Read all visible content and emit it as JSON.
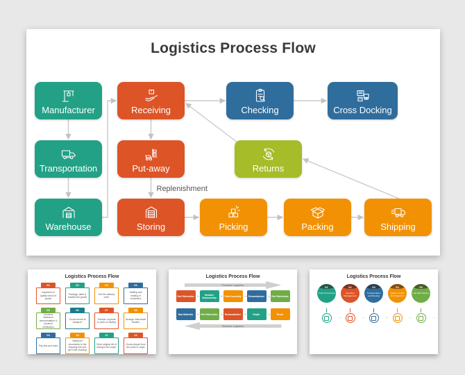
{
  "page": {
    "background_color": "#E8E8E8"
  },
  "main_slide": {
    "title": "Logistics Process Flow",
    "connector_color": "#C9C9C9",
    "boxes": [
      {
        "id": "manufacturer",
        "label": "Manufacturer",
        "color": "#22A186",
        "icon": "crane-factory-icon"
      },
      {
        "id": "receiving",
        "label": "Receiving",
        "color": "#DD5427",
        "icon": "hand-box-icon"
      },
      {
        "id": "checking",
        "label": "Checking",
        "color": "#2F6D9D",
        "icon": "clipboard-magnifier-icon"
      },
      {
        "id": "cross_docking",
        "label": "Cross Docking",
        "color": "#2F6D9D",
        "icon": "cross-dock-icon"
      },
      {
        "id": "transportation",
        "label": "Transportation",
        "color": "#22A186",
        "icon": "truck-icon"
      },
      {
        "id": "put_away",
        "label": "Put-away",
        "color": "#DD5427",
        "icon": "forklift-icon"
      },
      {
        "id": "returns",
        "label": "Returns",
        "color": "#A6BC28",
        "icon": "return-box-icon"
      },
      {
        "id": "warehouse",
        "label": "Warehouse",
        "color": "#22A186",
        "icon": "warehouse-icon"
      },
      {
        "id": "storing",
        "label": "Storing",
        "color": "#DD5427",
        "icon": "storage-shelf-icon"
      },
      {
        "id": "picking",
        "label": "Picking",
        "color": "#F29104",
        "icon": "picking-boxes-icon"
      },
      {
        "id": "packing",
        "label": "Packing",
        "color": "#F29104",
        "icon": "open-box-icon"
      },
      {
        "id": "shipping",
        "label": "Shipping",
        "color": "#F29104",
        "icon": "delivery-truck-icon"
      }
    ],
    "connectors": [
      {
        "from": "manufacturer",
        "to": "transportation",
        "type": "down"
      },
      {
        "from": "transportation",
        "to": "warehouse",
        "type": "down"
      },
      {
        "from": "warehouse",
        "to": "receiving",
        "type": "elbow-up"
      },
      {
        "from": "receiving",
        "to": "put_away",
        "type": "down"
      },
      {
        "from": "put_away",
        "to": "storing",
        "type": "down",
        "label": "Replenishment"
      },
      {
        "from": "receiving",
        "to": "checking",
        "type": "right"
      },
      {
        "from": "checking",
        "to": "cross_docking",
        "type": "right"
      },
      {
        "from": "storing",
        "to": "picking",
        "type": "right"
      },
      {
        "from": "picking",
        "to": "packing",
        "type": "right"
      },
      {
        "from": "packing",
        "to": "shipping",
        "type": "right"
      },
      {
        "from": "returns",
        "to": "receiving",
        "type": "diag-returns-receiving"
      },
      {
        "from": "shipping",
        "to": "returns",
        "type": "diag-shipping-returns"
      }
    ]
  },
  "thumbnails": [
    {
      "title": "Logistics Process Flow",
      "steps": [
        {
          "num": "01",
          "color": "#DD5427",
          "text": "Inspection & quality check of goods"
        },
        {
          "num": "02",
          "color": "#22A186",
          "text": "Package, label & marked the goods"
        },
        {
          "num": "03",
          "color": "#F29104",
          "text": "Get the delivery order"
        },
        {
          "num": "04",
          "color": "#2F6D9D",
          "text": "Stuffing and sealing of containers"
        },
        {
          "num": "05",
          "color": "#70AD47",
          "text": "Customs clearance documentation & physical verification"
        },
        {
          "num": "06",
          "color": "#1C7C8C",
          "text": "Goods arrival at transport"
        },
        {
          "num": "07",
          "color": "#DD5427",
          "text": "Transfer of goods to point of loading"
        },
        {
          "num": "08",
          "color": "#F29104",
          "text": "Arrange intermodal transfer"
        },
        {
          "num": "09",
          "color": "#2F6D9D",
          "text": "Pay any port dues"
        },
        {
          "num": "10",
          "color": "#F29104",
          "text": "Handover documents to the shipping line and get a bill of lading"
        },
        {
          "num": "11",
          "color": "#22A186",
          "text": "Send original bill of lading to the buyer"
        },
        {
          "num": "12",
          "color": "#DD5427",
          "text": "Goods depart from the point of origin"
        }
      ]
    },
    {
      "title": "Logistics Process Flow",
      "forward_label": "Forward Logistics",
      "reverse_label": "Reverse Logistics",
      "top_row": [
        {
          "label": "Part Fabrication",
          "color": "#DD5427"
        },
        {
          "label": "Modules Subassembly",
          "color": "#22A186"
        },
        {
          "label": "Parts Assembly",
          "color": "#F29104"
        },
        {
          "label": "Remanufacture",
          "color": "#2F6D9D"
        },
        {
          "label": "Part Fabrication",
          "color": "#70AD47"
        }
      ],
      "bottom_row": [
        {
          "label": "Raw Materials",
          "color": "#2F6D9D"
        },
        {
          "label": "Part Fabrication",
          "color": "#70AD47"
        },
        {
          "label": "Remanufacture",
          "color": "#DD5427"
        },
        {
          "label": "Repair",
          "color": "#22A186"
        },
        {
          "label": "Reuse",
          "color": "#F29104"
        }
      ]
    },
    {
      "title": "Logistics Process Flow",
      "steps": [
        {
          "num": "01",
          "label": "Order Processing",
          "color": "#22A186",
          "icon": "order-processing-icon"
        },
        {
          "num": "02",
          "label": "Inventory Management",
          "color": "#DD5427",
          "icon": "inventory-icon"
        },
        {
          "num": "03",
          "label": "Transportation and Routing",
          "color": "#2F6D9D",
          "icon": "routing-icon"
        },
        {
          "num": "04",
          "label": "Quality Control and Inspection",
          "color": "#F29104",
          "icon": "quality-check-icon"
        },
        {
          "num": "05",
          "label": "Last Mile Delivery",
          "color": "#70AD47",
          "icon": "delivery-icon"
        }
      ]
    }
  ]
}
